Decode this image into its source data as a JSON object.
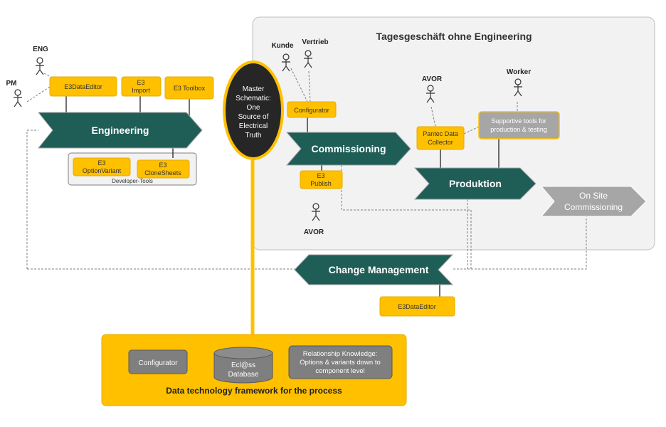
{
  "daily_business": {
    "title": "Tagesgeschäft ohne Engineering"
  },
  "actors": {
    "eng": "ENG",
    "pm": "PM",
    "kunde": "Kunde",
    "vertrieb": "Vertrieb",
    "avor_top": "AVOR",
    "worker": "Worker",
    "avor_bottom": "AVOR"
  },
  "tools": {
    "e3dataeditor_top": "E3DataEditor",
    "e3_import": [
      "E3",
      "Import"
    ],
    "e3_toolbox": "E3 Toolbox",
    "configurator": "Configurator",
    "e3_publish": [
      "E3",
      "Publish"
    ],
    "pantec_collector": [
      "Pantec Data",
      "Collector"
    ],
    "supportive_tools": [
      "Supportive  tools for",
      "production & testing"
    ],
    "e3_optionvariant": [
      "E3",
      "OptionVariant"
    ],
    "e3_clonesheets": [
      "E3",
      "CloneSheets"
    ],
    "developer_tools": "Developer-Tools",
    "e3dataeditor_bottom": "E3DataEditor"
  },
  "process_steps": {
    "engineering": "Engineering",
    "commissioning": "Commissioning",
    "produktion": "Produktion",
    "onsite": [
      "On Site",
      "Commissioning"
    ],
    "change_management": "Change Management"
  },
  "master_schematic": [
    "Master",
    "Schematic:",
    "One",
    "Source of",
    "Electrical",
    "Truth"
  ],
  "framework": {
    "title": "Data technology framework for the process",
    "configurator": "Configurator",
    "database": [
      "Ecl@ss",
      "Database"
    ],
    "relationship": [
      "Relationship Knowledge:",
      "Options & variants down to",
      "component level"
    ]
  },
  "colors": {
    "accent_yellow": "#FFC000",
    "teal_arrow": "#1F5E57",
    "grey_arrow": "#A6A6A6",
    "dark_oval": "#262626",
    "panel_bg": "#F2F2F2"
  }
}
